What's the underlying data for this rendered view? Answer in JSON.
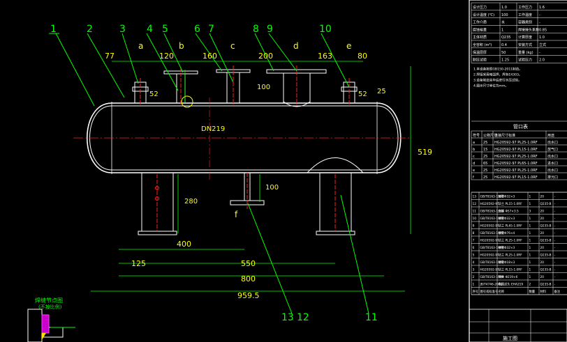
{
  "drawing": {
    "callouts": [
      "1",
      "2",
      "3",
      "4",
      "5",
      "6",
      "7",
      "8",
      "9",
      "10",
      "11",
      "12",
      "13"
    ],
    "nozzle_letters": [
      "a",
      "b",
      "c",
      "d",
      "e",
      "f"
    ],
    "dims_top": [
      "77",
      "120",
      "160",
      "200",
      "163",
      "80"
    ],
    "dim_vertical": [
      "52",
      "100",
      "52",
      "25"
    ],
    "dim_bottom": [
      "400",
      "125",
      "550",
      "800",
      "959.5"
    ],
    "dim_leg": [
      "280",
      "100"
    ],
    "dim_height": "519",
    "vessel_label": "DN219",
    "weld_detail": [
      "焊缝节点图",
      "(不按比例)"
    ]
  },
  "specs_table": {
    "rows": [
      [
        "设计压力",
        "1.0",
        "工作压力",
        "1.6"
      ],
      [
        "设计温度 (℃)",
        "100",
        "工作温度",
        "-"
      ],
      [
        "工作介质",
        "水",
        "容器类别",
        "-"
      ],
      [
        "腐蚀裕量",
        "1",
        "焊接接头系数",
        "0.85"
      ],
      [
        "主体材质",
        "Q235",
        "计算厚度",
        "1.0"
      ],
      [
        "全容积 (m³)",
        "0.4",
        "安装方式",
        "立式"
      ],
      [
        "保温层厚",
        "50",
        "重量 (kg)",
        "-"
      ],
      [
        "耐压试验",
        "1.25",
        "试验压力",
        "2.0"
      ]
    ],
    "notes": [
      "1.本设备按照GB150-2011制造。",
      "2.焊接采用电弧焊，焊条E4303。",
      "3.设备制造完毕后进行水压试验。",
      "4.图示尺寸单位为mm。"
    ]
  },
  "nozzle_table": {
    "title": "管口表",
    "header": [
      "符号",
      "公称尺寸",
      "连接尺寸标准",
      "用途"
    ],
    "rows": [
      [
        "a",
        "25",
        "HG20592-97 PL25-1.0RF",
        "出水口"
      ],
      [
        "b",
        "15",
        "HG20592-97 PL15-1.0RF",
        "放气口"
      ],
      [
        "c",
        "25",
        "HG20592-97 PL25-1.0RF",
        "出水口"
      ],
      [
        "d",
        "65",
        "HG20592-97 PL65-1.0RF",
        "进水口"
      ],
      [
        "e",
        "25",
        "HG20592-97 PL25-1.0RF",
        "出水口"
      ],
      [
        "f",
        "25",
        "HG20592-97 PL15-1.0RF",
        "排污口"
      ]
    ]
  },
  "parts_table": {
    "rows": [
      [
        "13",
        "GB/T8163-1999",
        "接管Φ32×3",
        "1",
        "20",
        "-"
      ],
      [
        "12",
        "HG20592-97",
        "法兰 PL15-1.0RF",
        "1",
        "Q235-B",
        "-"
      ],
      [
        "11",
        "GB/T8163-1999",
        "支腿 Φ57×3.5",
        "3",
        "20",
        "-"
      ],
      [
        "10",
        "GB/T8163-1999",
        "接管Φ32×3",
        "1",
        "20",
        "-"
      ],
      [
        "9",
        "HG20592-97",
        "法兰 PL65-1.0RF",
        "1",
        "Q235-B",
        "-"
      ],
      [
        "8",
        "GB/T8163-1999",
        "接管Φ76×4",
        "1",
        "20",
        "-"
      ],
      [
        "7",
        "HG20592-97",
        "法兰 PL25-1.0RF",
        "1",
        "Q235-B",
        "-"
      ],
      [
        "6",
        "GB/T8163-1999",
        "接管Φ32×3",
        "1",
        "20",
        "-"
      ],
      [
        "5",
        "HG20592-97",
        "法兰 PL25-1.0RF",
        "1",
        "Q235-B",
        "-"
      ],
      [
        "4",
        "GB/T8163-1999",
        "接管Φ18×3",
        "1",
        "20",
        "-"
      ],
      [
        "3",
        "HG20592-97",
        "法兰 PL15-1.0RF",
        "1",
        "Q235-B",
        "-"
      ],
      [
        "2",
        "GB/T8163-1999",
        "筒体 Φ219×6",
        "1",
        "20",
        "-"
      ],
      [
        "1",
        "JB/T4746-2002",
        "椭圆封头 EHA219",
        "2",
        "Q235-B",
        "-"
      ]
    ],
    "header": [
      "序号",
      "图号或标准号",
      "名称",
      "数量",
      "材料",
      "备注"
    ]
  },
  "title_block": {
    "title": "施工图"
  }
}
